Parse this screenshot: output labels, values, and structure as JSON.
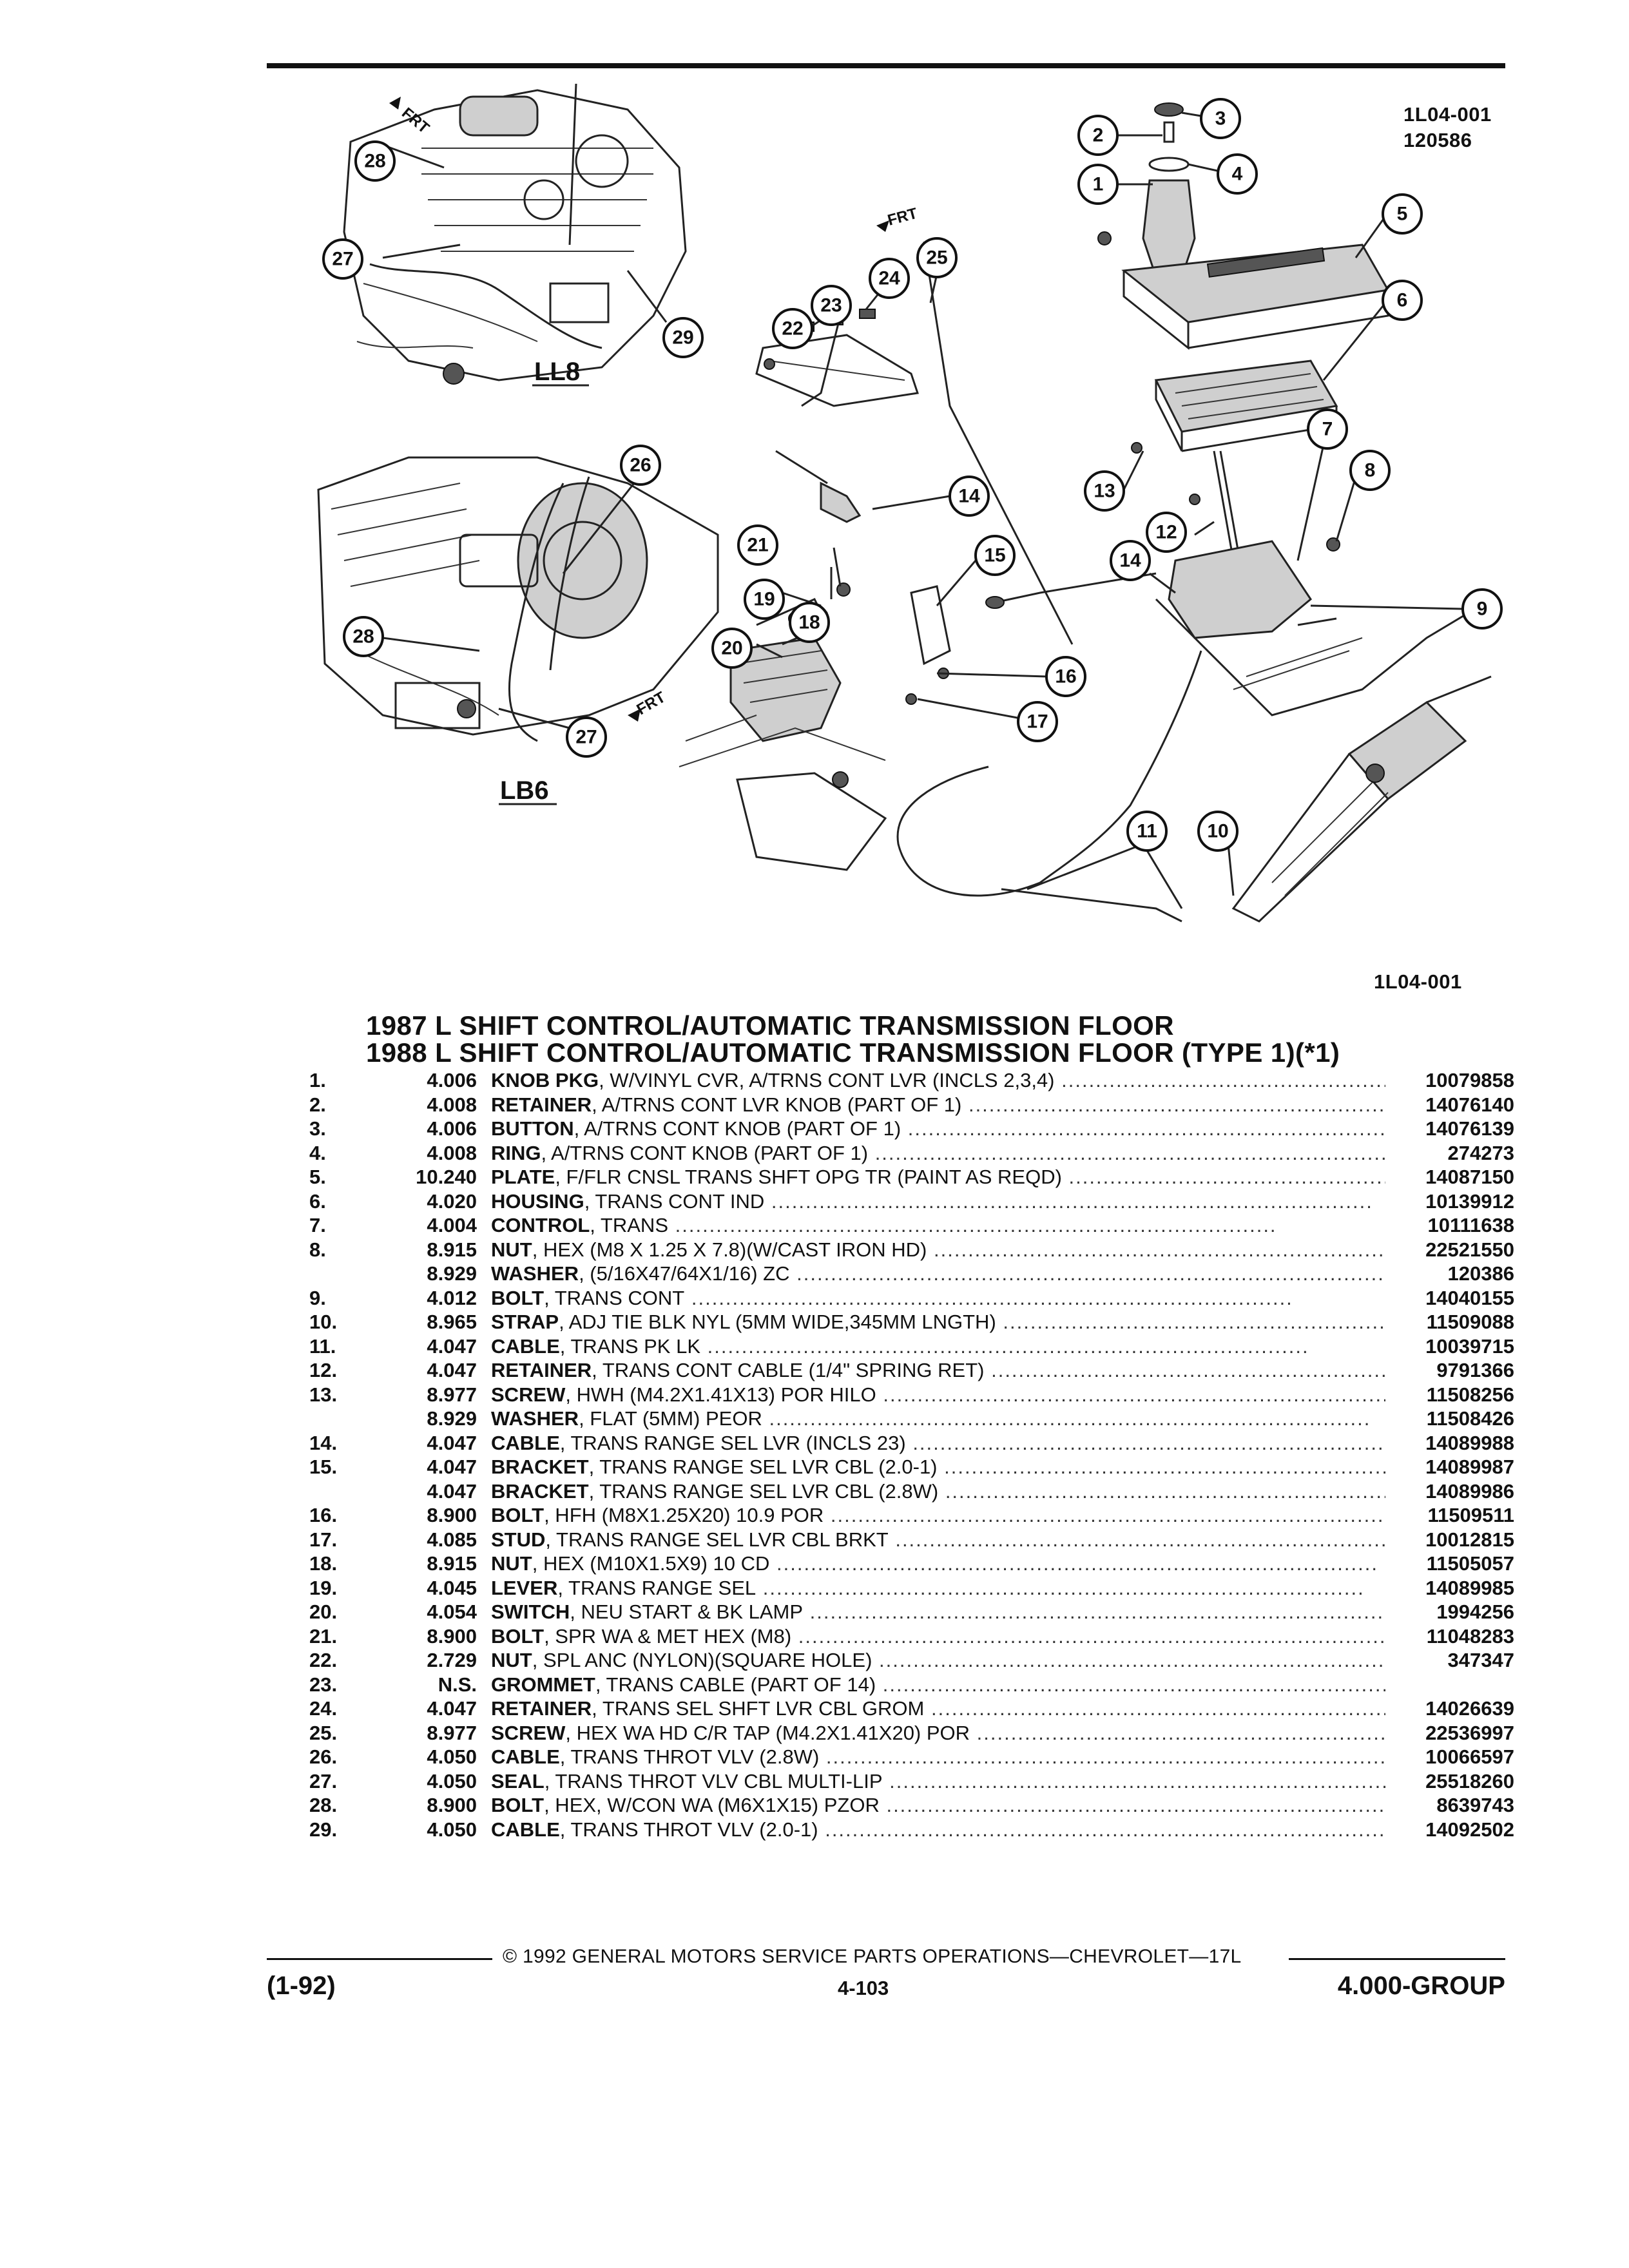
{
  "figure": {
    "code_top": "1L04-001",
    "code_top_2": "120586",
    "code_bottom": "1L04-001",
    "engine_labels": [
      "LL8",
      "LB6"
    ],
    "front_marker": "FRT",
    "callouts": [
      "1",
      "2",
      "3",
      "4",
      "5",
      "6",
      "7",
      "8",
      "9",
      "10",
      "11",
      "12",
      "13",
      "14",
      "14",
      "15",
      "16",
      "17",
      "18",
      "19",
      "20",
      "21",
      "22",
      "23",
      "24",
      "25",
      "26",
      "27",
      "27",
      "28",
      "28",
      "29"
    ]
  },
  "titles": [
    "1987 L SHIFT CONTROL/AUTOMATIC TRANSMISSION FLOOR",
    "1988 L SHIFT CONTROL/AUTOMATIC TRANSMISSION FLOOR (TYPE 1)(*1)"
  ],
  "parts": [
    {
      "num": "1.",
      "group": "4.006",
      "name": "KNOB PKG",
      "desc": ", W/VINYL CVR, A/TRNS CONT LVR (INCLS 2,3,4)",
      "pn": "10079858"
    },
    {
      "num": "2.",
      "group": "4.008",
      "name": "RETAINER",
      "desc": ", A/TRNS CONT LVR KNOB (PART OF 1)",
      "pn": "14076140"
    },
    {
      "num": "3.",
      "group": "4.006",
      "name": "BUTTON",
      "desc": ", A/TRNS CONT KNOB (PART OF 1)",
      "pn": "14076139"
    },
    {
      "num": "4.",
      "group": "4.008",
      "name": "RING",
      "desc": ", A/TRNS CONT KNOB (PART OF 1)",
      "pn": "274273"
    },
    {
      "num": "5.",
      "group": "10.240",
      "name": "PLATE",
      "desc": ", F/FLR CNSL TRANS SHFT OPG TR (PAINT AS REQD)",
      "pn": "14087150"
    },
    {
      "num": "6.",
      "group": "4.020",
      "name": "HOUSING",
      "desc": ", TRANS CONT IND",
      "pn": "10139912"
    },
    {
      "num": "7.",
      "group": "4.004",
      "name": "CONTROL",
      "desc": ", TRANS",
      "pn": "10111638"
    },
    {
      "num": "8.",
      "group": "8.915",
      "name": "NUT",
      "desc": ", HEX (M8 X 1.25 X 7.8)(W/CAST IRON HD)",
      "pn": "22521550"
    },
    {
      "num": "",
      "group": "8.929",
      "name": "WASHER",
      "desc": ", (5/16X47/64X1/16) ZC",
      "pn": "120386"
    },
    {
      "num": "9.",
      "group": "4.012",
      "name": "BOLT",
      "desc": ", TRANS CONT",
      "pn": "14040155"
    },
    {
      "num": "10.",
      "group": "8.965",
      "name": "STRAP",
      "desc": ", ADJ TIE BLK NYL (5MM WIDE,345MM LNGTH)",
      "pn": "11509088"
    },
    {
      "num": "11.",
      "group": "4.047",
      "name": "CABLE",
      "desc": ", TRANS PK LK",
      "pn": "10039715"
    },
    {
      "num": "12.",
      "group": "4.047",
      "name": "RETAINER",
      "desc": ", TRANS CONT CABLE (1/4\" SPRING RET)",
      "pn": "9791366"
    },
    {
      "num": "13.",
      "group": "8.977",
      "name": "SCREW",
      "desc": ", HWH (M4.2X1.41X13) POR HILO",
      "pn": "11508256"
    },
    {
      "num": "",
      "group": "8.929",
      "name": "WASHER",
      "desc": ", FLAT (5MM) PEOR",
      "pn": "11508426"
    },
    {
      "num": "14.",
      "group": "4.047",
      "name": "CABLE",
      "desc": ", TRANS RANGE SEL LVR (INCLS 23)",
      "pn": "14089988"
    },
    {
      "num": "15.",
      "group": "4.047",
      "name": "BRACKET",
      "desc": ", TRANS RANGE SEL LVR CBL (2.0-1)",
      "pn": "14089987"
    },
    {
      "num": "",
      "group": "4.047",
      "name": "BRACKET",
      "desc": ", TRANS RANGE SEL LVR CBL (2.8W)",
      "pn": "14089986"
    },
    {
      "num": "16.",
      "group": "8.900",
      "name": "BOLT",
      "desc": ", HFH (M8X1.25X20) 10.9 POR",
      "pn": "11509511"
    },
    {
      "num": "17.",
      "group": "4.085",
      "name": "STUD",
      "desc": ", TRANS RANGE SEL LVR CBL BRKT",
      "pn": "10012815"
    },
    {
      "num": "18.",
      "group": "8.915",
      "name": "NUT",
      "desc": ", HEX (M10X1.5X9) 10 CD",
      "pn": "11505057"
    },
    {
      "num": "19.",
      "group": "4.045",
      "name": "LEVER",
      "desc": ", TRANS RANGE SEL",
      "pn": "14089985"
    },
    {
      "num": "20.",
      "group": "4.054",
      "name": "SWITCH",
      "desc": ", NEU START & BK LAMP",
      "pn": "1994256"
    },
    {
      "num": "21.",
      "group": "8.900",
      "name": "BOLT",
      "desc": ", SPR WA & MET HEX (M8)",
      "pn": "11048283"
    },
    {
      "num": "22.",
      "group": "2.729",
      "name": "NUT",
      "desc": ", SPL ANC (NYLON)(SQUARE HOLE)",
      "pn": "347347"
    },
    {
      "num": "23.",
      "group": "N.S.",
      "name": "GROMMET",
      "desc": ", TRANS CABLE (PART OF 14)",
      "pn": ""
    },
    {
      "num": "24.",
      "group": "4.047",
      "name": "RETAINER",
      "desc": ", TRANS SEL SHFT LVR CBL GROM",
      "pn": "14026639"
    },
    {
      "num": "25.",
      "group": "8.977",
      "name": "SCREW",
      "desc": ", HEX WA HD C/R TAP (M4.2X1.41X20) POR",
      "pn": "22536997"
    },
    {
      "num": "26.",
      "group": "4.050",
      "name": "CABLE",
      "desc": ", TRANS THROT VLV (2.8W)",
      "pn": "10066597"
    },
    {
      "num": "27.",
      "group": "4.050",
      "name": "SEAL",
      "desc": ", TRANS THROT VLV CBL MULTI-LIP",
      "pn": "25518260"
    },
    {
      "num": "28.",
      "group": "8.900",
      "name": "BOLT",
      "desc": ", HEX, W/CON WA (M6X1X15) PZOR",
      "pn": "8639743"
    },
    {
      "num": "29.",
      "group": "4.050",
      "name": "CABLE",
      "desc": ", TRANS THROT VLV (2.0-1)",
      "pn": "14092502"
    }
  ],
  "footer": {
    "copyright": "© 1992 GENERAL MOTORS SERVICE PARTS OPERATIONS—CHEVROLET—17L",
    "left": "(1-92)",
    "center": "4-103",
    "right": "4.000-GROUP"
  }
}
